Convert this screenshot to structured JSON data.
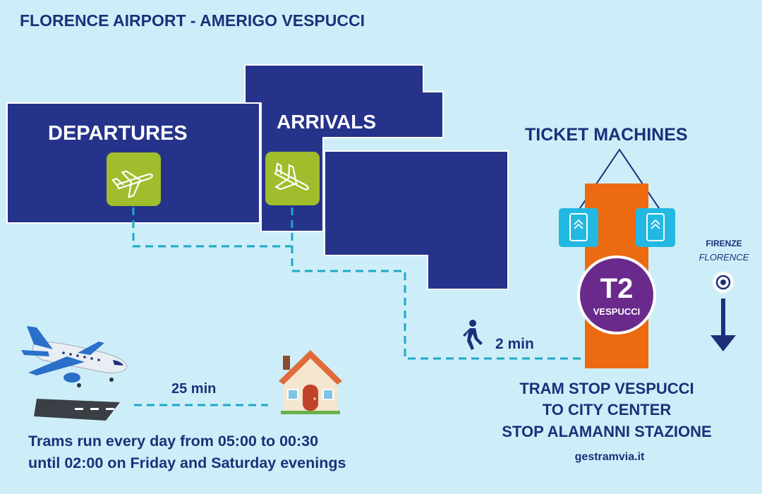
{
  "title": "FLORENCE AIRPORT - AMERIGO VESPUCCI",
  "terminal": {
    "departures_label": "DEPARTURES",
    "arrivals_label": "ARRIVALS"
  },
  "ticket_machines_label": "TICKET MACHINES",
  "tram": {
    "line": "T2",
    "stop_name": "VESPUCCI",
    "direction_line_1": "FIRENZE",
    "direction_line_2": "FLORENCE"
  },
  "walk_time": "2 min",
  "ride_time": "25 min",
  "schedule": {
    "line_1": "Trams run every day from 05:00 to 00:30",
    "line_2": "until 02:00 on Friday and Saturday evenings"
  },
  "tram_stop_info": {
    "line_1": "TRAM STOP VESPUCCI",
    "line_2": "TO CITY CENTER",
    "line_3": "STOP ALAMANNI STAZIONE"
  },
  "website": "gestramvia.it",
  "colors": {
    "background": "#cdeef8",
    "navy": "#1e2f7a",
    "building": "#26338a",
    "lime": "#9fbd2c",
    "tram_orange": "#ec6a10",
    "t2_purple": "#6a2a8c",
    "ticket_cyan": "#22b8e2",
    "path_dash": "#1ea8c8"
  },
  "icons": [
    "departure-plane-icon",
    "arrival-plane-icon",
    "walking-person-icon",
    "ticket-machine-icon",
    "location-target-icon",
    "down-arrow-icon",
    "airplane-illustration",
    "runway-illustration",
    "house-illustration"
  ]
}
